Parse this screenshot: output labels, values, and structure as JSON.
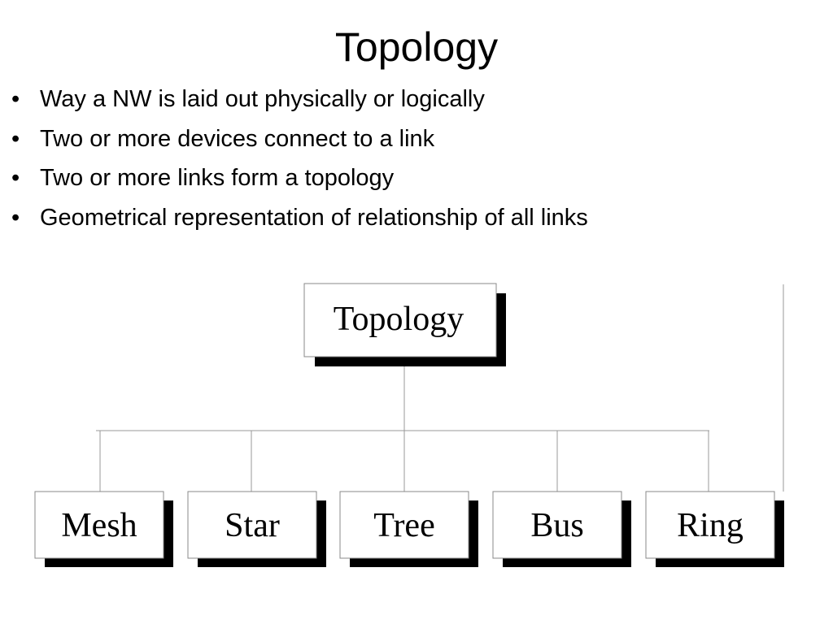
{
  "slide": {
    "title": "Topology",
    "bullets": [
      "Way a NW is laid out physically or logically",
      "Two or more devices connect to a link",
      "Two or more links form a topology",
      "Geometrical representation of relationship of all links"
    ]
  },
  "diagram": {
    "root": "Topology",
    "children": [
      "Mesh",
      "Star",
      "Tree",
      "Bus",
      "Ring"
    ]
  }
}
